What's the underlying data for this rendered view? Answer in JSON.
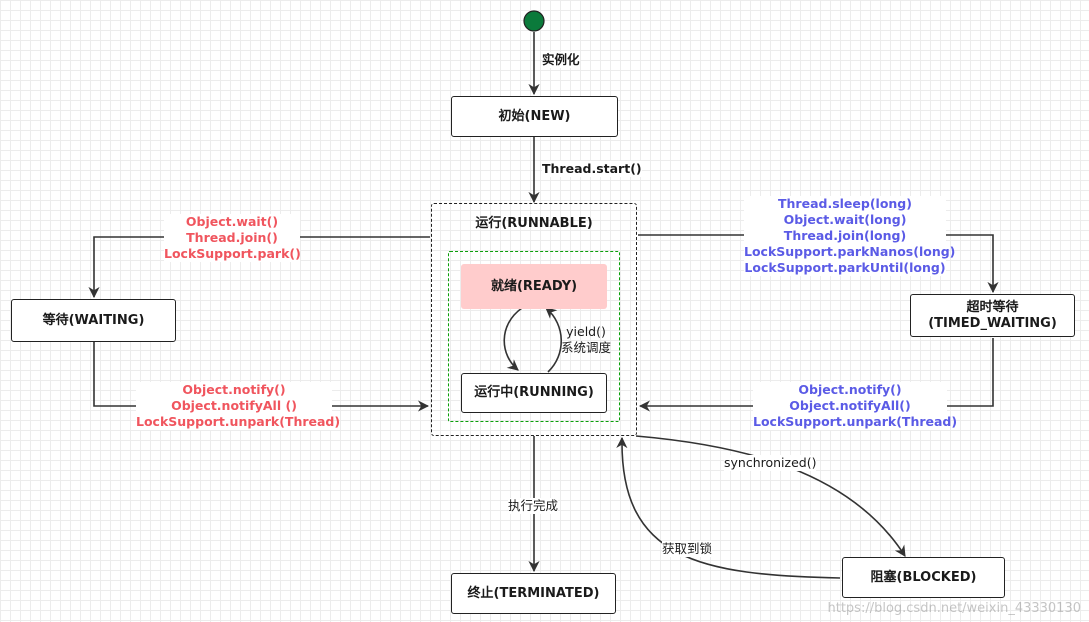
{
  "states": {
    "new": "初始(NEW)",
    "runnable": "运行(RUNNABLE)",
    "ready": "就绪(READY)",
    "running": "运行中(RUNNING)",
    "waiting": "等待(WAITING)",
    "timed_waiting": [
      "超时等待",
      "(TIMED_WAITING)"
    ],
    "blocked": "阻塞(BLOCKED)",
    "terminated": "终止(TERMINATED)"
  },
  "transitions": {
    "instantiate": "实例化",
    "start": "Thread.start()",
    "to_waiting": [
      "Object.wait()",
      "Thread.join()",
      "LockSupport.park()"
    ],
    "from_waiting": [
      "Object.notify()",
      "Object.notifyAll  ()",
      "LockSupport.unpark(Thread)"
    ],
    "to_timed_waiting": [
      "Thread.sleep(long)",
      "Object.wait(long)",
      "Thread.join(long)",
      "LockSupport.parkNanos(long)",
      "LockSupport.parkUntil(long)"
    ],
    "from_timed_waiting": [
      "Object.notify()",
      "Object.notifyAll()",
      "LockSupport.unpark(Thread)"
    ],
    "yield": [
      "yield()",
      "系统调度"
    ],
    "finish": "执行完成",
    "synchronized": "synchronized()",
    "acquire_lock": "获取到锁"
  },
  "watermark": "https://blog.csdn.net/weixin_43330130",
  "colors": {
    "red_label": "#f0555e",
    "blue_label": "#5b5be6",
    "start_dot": "#0b7a3b",
    "inner_dashed": "#0a9e0a",
    "ready_fill": "#ffcccc"
  }
}
